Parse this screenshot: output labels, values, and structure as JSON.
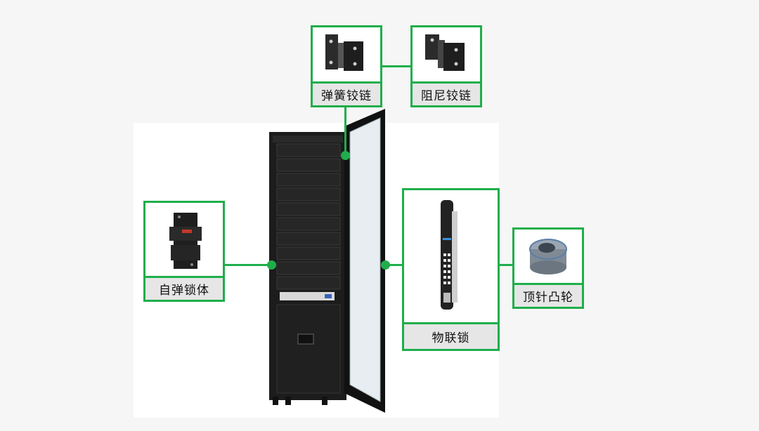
{
  "callouts": {
    "spring_hinge": {
      "label": "弹簧铰链",
      "icon": "spring-hinge-icon"
    },
    "damping_hinge": {
      "label": "阻尼铰链",
      "icon": "damping-hinge-icon"
    },
    "self_lock": {
      "label": "自弹锁体",
      "icon": "lock-body-icon"
    },
    "iot_lock": {
      "label": "物联锁",
      "icon": "iot-lock-icon"
    },
    "cam": {
      "label": "顶针凸轮",
      "icon": "cam-icon"
    }
  },
  "colors": {
    "accent": "#1fae4b",
    "cabinet": "#1c1c1c",
    "label_bg": "#e6e6e6"
  }
}
